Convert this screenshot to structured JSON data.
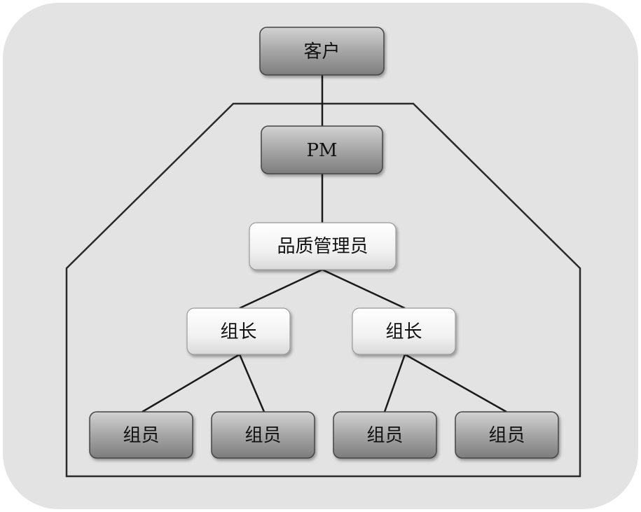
{
  "nodes": {
    "customer": "客户",
    "pm": "PM",
    "quality_manager": "品质管理员",
    "team_leader_left": "组长",
    "team_leader_right": "组长",
    "member_1": "组员",
    "member_2": "组员",
    "member_3": "组员",
    "member_4": "组员"
  },
  "edges": [
    [
      "customer",
      "pm"
    ],
    [
      "pm",
      "quality_manager"
    ],
    [
      "quality_manager",
      "team_leader_left"
    ],
    [
      "quality_manager",
      "team_leader_right"
    ],
    [
      "team_leader_left",
      "member_1"
    ],
    [
      "team_leader_left",
      "member_2"
    ],
    [
      "team_leader_right",
      "member_3"
    ],
    [
      "team_leader_right",
      "member_4"
    ]
  ],
  "colors": {
    "background_panel": "#e3e3e3",
    "dark_node": "#9c9c9c",
    "light_node": "#f3f3f3",
    "line": "#1a1a1a"
  }
}
